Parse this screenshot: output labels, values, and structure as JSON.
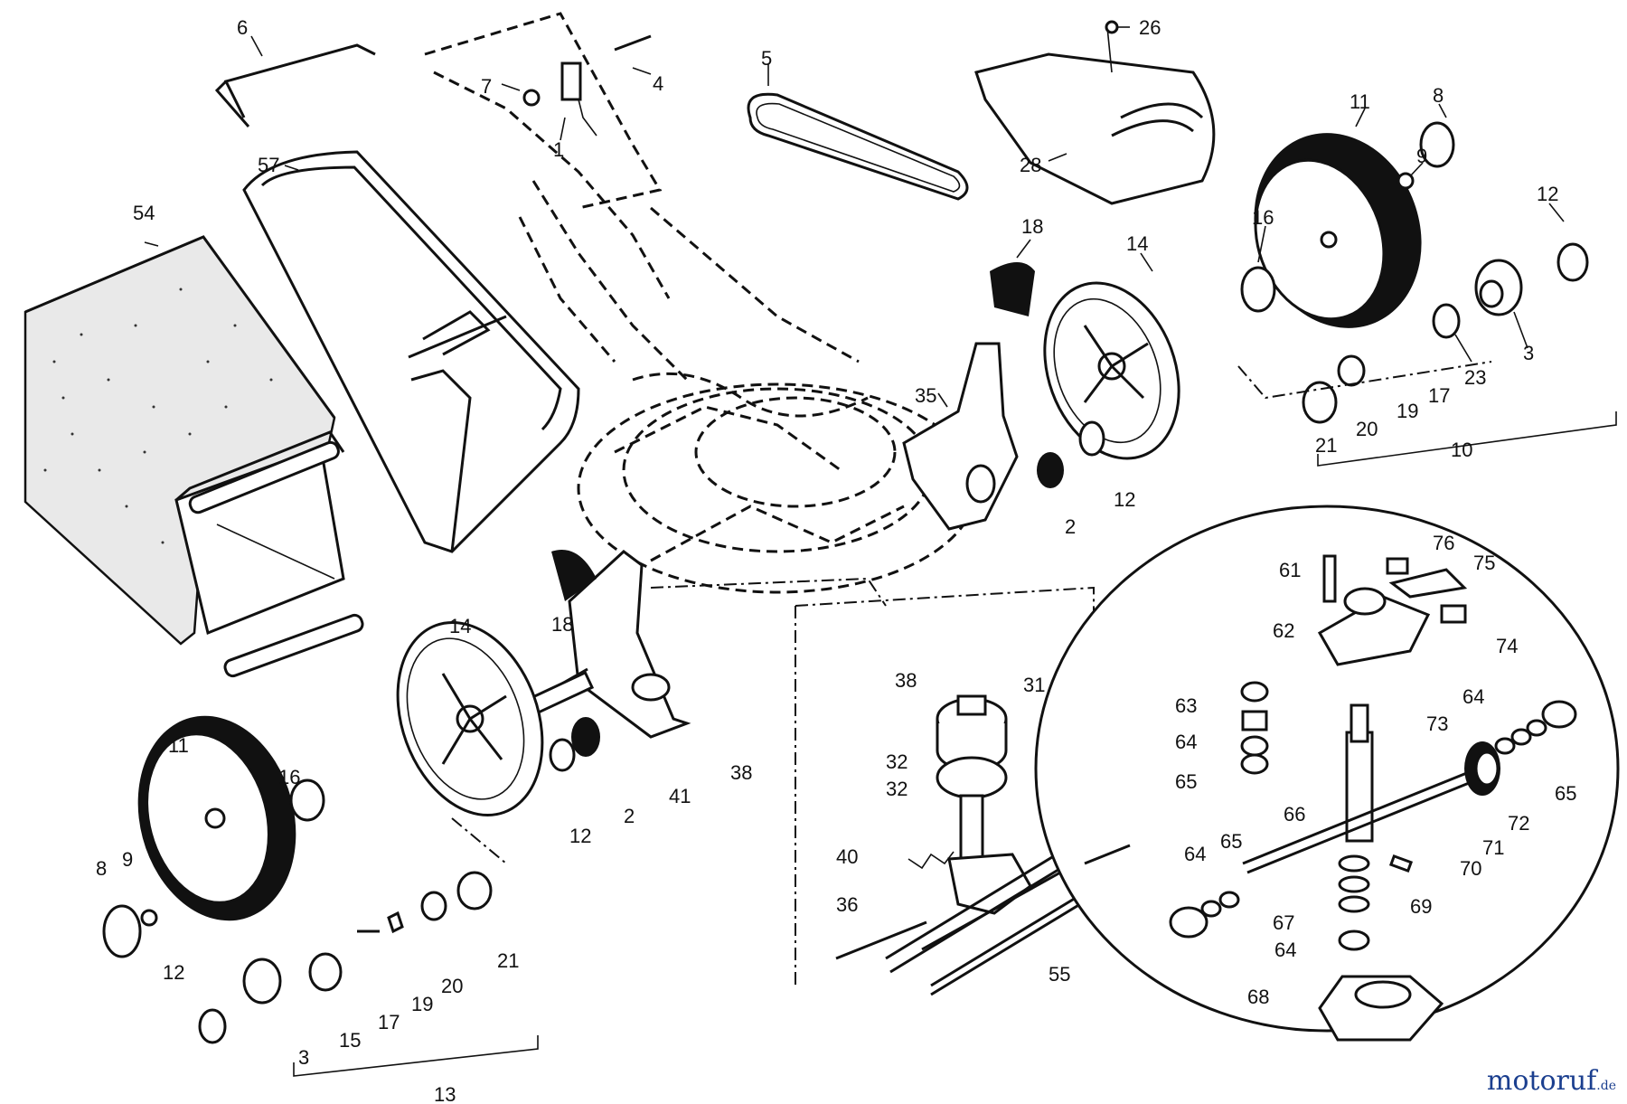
{
  "watermark": {
    "name": "motoruf",
    "tld": ".de",
    "brand_color": "#1b3f8f",
    "accent_color": "#f0a020"
  },
  "callouts": [
    {
      "id": "c54",
      "text": "54"
    },
    {
      "id": "c57",
      "text": "57"
    },
    {
      "id": "c6",
      "text": "6"
    },
    {
      "id": "c7",
      "text": "7"
    },
    {
      "id": "c1",
      "text": "1"
    },
    {
      "id": "c4",
      "text": "4"
    },
    {
      "id": "c5",
      "text": "5"
    },
    {
      "id": "c26",
      "text": "26"
    },
    {
      "id": "c28",
      "text": "28"
    },
    {
      "id": "c18a",
      "text": "18"
    },
    {
      "id": "c18b",
      "text": "18"
    },
    {
      "id": "c35",
      "text": "35"
    },
    {
      "id": "c14a",
      "text": "14"
    },
    {
      "id": "c14b",
      "text": "14"
    },
    {
      "id": "c11a",
      "text": "11"
    },
    {
      "id": "c11b",
      "text": "11"
    },
    {
      "id": "c8a",
      "text": "8"
    },
    {
      "id": "c8b",
      "text": "8"
    },
    {
      "id": "c9a",
      "text": "9"
    },
    {
      "id": "c9b",
      "text": "9"
    },
    {
      "id": "c12a",
      "text": "12"
    },
    {
      "id": "c12b",
      "text": "12"
    },
    {
      "id": "c12c",
      "text": "12"
    },
    {
      "id": "c12d",
      "text": "12"
    },
    {
      "id": "c16a",
      "text": "16"
    },
    {
      "id": "c16b",
      "text": "16"
    },
    {
      "id": "c3a",
      "text": "3"
    },
    {
      "id": "c3b",
      "text": "3"
    },
    {
      "id": "c23",
      "text": "23"
    },
    {
      "id": "c17a",
      "text": "17"
    },
    {
      "id": "c17b",
      "text": "17"
    },
    {
      "id": "c19a",
      "text": "19"
    },
    {
      "id": "c19b",
      "text": "19"
    },
    {
      "id": "c20a",
      "text": "20"
    },
    {
      "id": "c20b",
      "text": "20"
    },
    {
      "id": "c21a",
      "text": "21"
    },
    {
      "id": "c21b",
      "text": "21"
    },
    {
      "id": "c10",
      "text": "10"
    },
    {
      "id": "c13",
      "text": "13"
    },
    {
      "id": "c15",
      "text": "15"
    },
    {
      "id": "c2a",
      "text": "2"
    },
    {
      "id": "c2b",
      "text": "2"
    },
    {
      "id": "c41",
      "text": "41"
    },
    {
      "id": "c38a",
      "text": "38"
    },
    {
      "id": "c38b",
      "text": "38"
    },
    {
      "id": "c31",
      "text": "31"
    },
    {
      "id": "c32a",
      "text": "32"
    },
    {
      "id": "c32b",
      "text": "32"
    },
    {
      "id": "c40",
      "text": "40"
    },
    {
      "id": "c36",
      "text": "36"
    },
    {
      "id": "c55",
      "text": "55"
    },
    {
      "id": "c61",
      "text": "61"
    },
    {
      "id": "c76",
      "text": "76"
    },
    {
      "id": "c75",
      "text": "75"
    },
    {
      "id": "c62",
      "text": "62"
    },
    {
      "id": "c74",
      "text": "74"
    },
    {
      "id": "c63",
      "text": "63"
    },
    {
      "id": "c64a",
      "text": "64"
    },
    {
      "id": "c64b",
      "text": "64"
    },
    {
      "id": "c64c",
      "text": "64"
    },
    {
      "id": "c64d",
      "text": "64"
    },
    {
      "id": "c65a",
      "text": "65"
    },
    {
      "id": "c65b",
      "text": "65"
    },
    {
      "id": "c65c",
      "text": "65"
    },
    {
      "id": "c73",
      "text": "73"
    },
    {
      "id": "c66",
      "text": "66"
    },
    {
      "id": "c71",
      "text": "71"
    },
    {
      "id": "c72",
      "text": "72"
    },
    {
      "id": "c70",
      "text": "70"
    },
    {
      "id": "c69",
      "text": "69"
    },
    {
      "id": "c67",
      "text": "67"
    },
    {
      "id": "c68",
      "text": "68"
    }
  ]
}
